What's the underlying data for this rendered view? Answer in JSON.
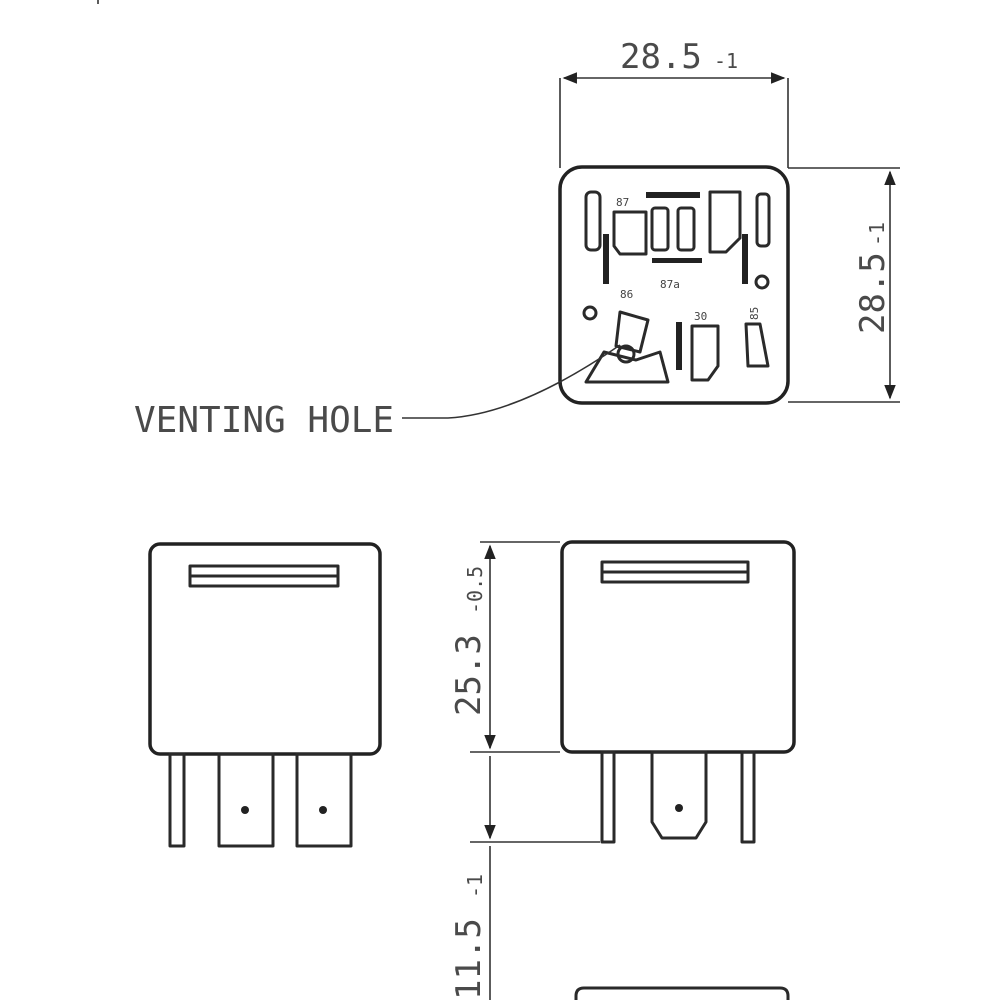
{
  "dimensions": {
    "top_width": "28.5",
    "top_width_tol": "-1",
    "top_height": "28.5",
    "top_height_tol": "-1",
    "body_height": "25.3",
    "body_height_tol": "-0.5",
    "terminal_length": "11.5",
    "terminal_length_tol": "-1"
  },
  "callouts": {
    "venting_hole": "VENTING HOLE"
  },
  "terminals": {
    "t87": "87",
    "t87a": "87a",
    "t86": "86",
    "t85": "85",
    "t30": "30"
  }
}
